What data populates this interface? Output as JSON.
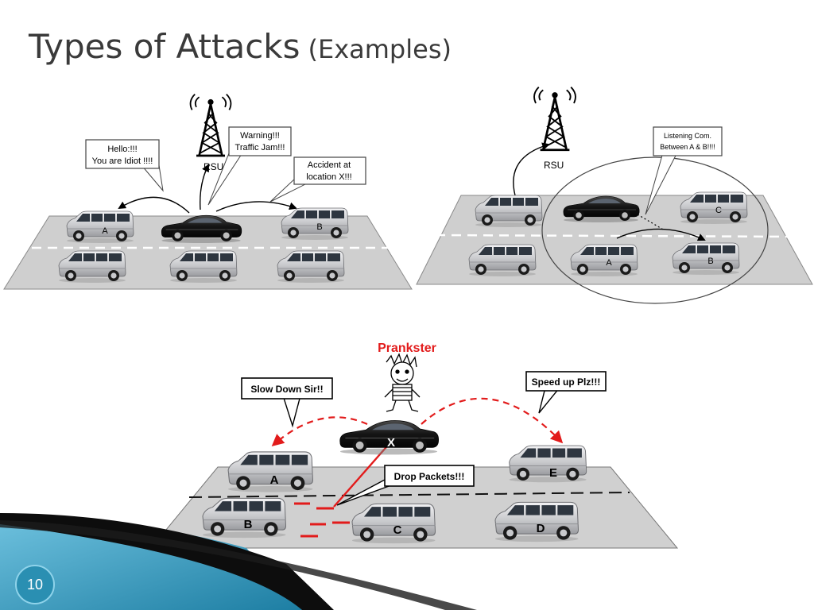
{
  "slide": {
    "title": "Types of Attacks",
    "title_suffix": "(Examples)",
    "page_number": "10"
  },
  "scene1": {
    "rsu": "RSU",
    "bubble_hello_1": "Hello:!!!",
    "bubble_hello_2": "You are Idiot !!!!",
    "bubble_warning_1": "Warning!!!",
    "bubble_warning_2": "Traffic Jam!!!",
    "bubble_accident_1": "Accident at",
    "bubble_accident_2": "location X!!!",
    "car_a": "A",
    "car_b": "B"
  },
  "scene2": {
    "rsu": "RSU",
    "bubble_listen_1": "Listening Com.",
    "bubble_listen_2": "Between A & B!!!!",
    "car_a": "A",
    "car_b": "B",
    "car_c": "C"
  },
  "scene3": {
    "prankster": "Prankster",
    "bubble_slow": "Slow Down Sir!!",
    "bubble_speed": "Speed up Plz!!!",
    "bubble_drop": "Drop Packets!!!",
    "car_x": "X",
    "car_a": "A",
    "car_b": "B",
    "car_c": "C",
    "car_d": "D",
    "car_e": "E"
  },
  "colors": {
    "attack_red": "#e21b1b",
    "road_gray": "#cfcfcf",
    "teal_accent": "#2a8fb2"
  }
}
